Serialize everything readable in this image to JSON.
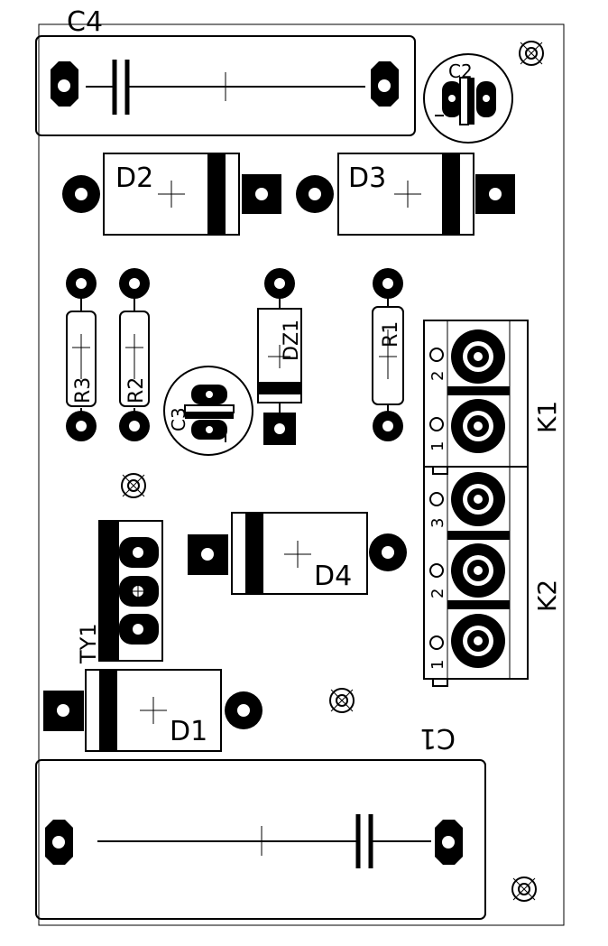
{
  "labels": {
    "c4": "C4",
    "c2": "C2",
    "d2": "D2",
    "d3": "D3",
    "r3": "R3",
    "r2": "R2",
    "c3": "C3",
    "dz1": "DZ1",
    "r1": "R1",
    "k1": "K1",
    "d4": "D4",
    "ty1": "TY1",
    "k2": "K2",
    "d1": "D1",
    "c1": "C1"
  },
  "pin_numbers": {
    "k1_pin1": "1",
    "k1_pin2": "2",
    "k2_pin1": "1",
    "k2_pin2": "2",
    "k2_pin3": "3"
  },
  "colors": {
    "ink": "#000000",
    "background": "#ffffff"
  }
}
